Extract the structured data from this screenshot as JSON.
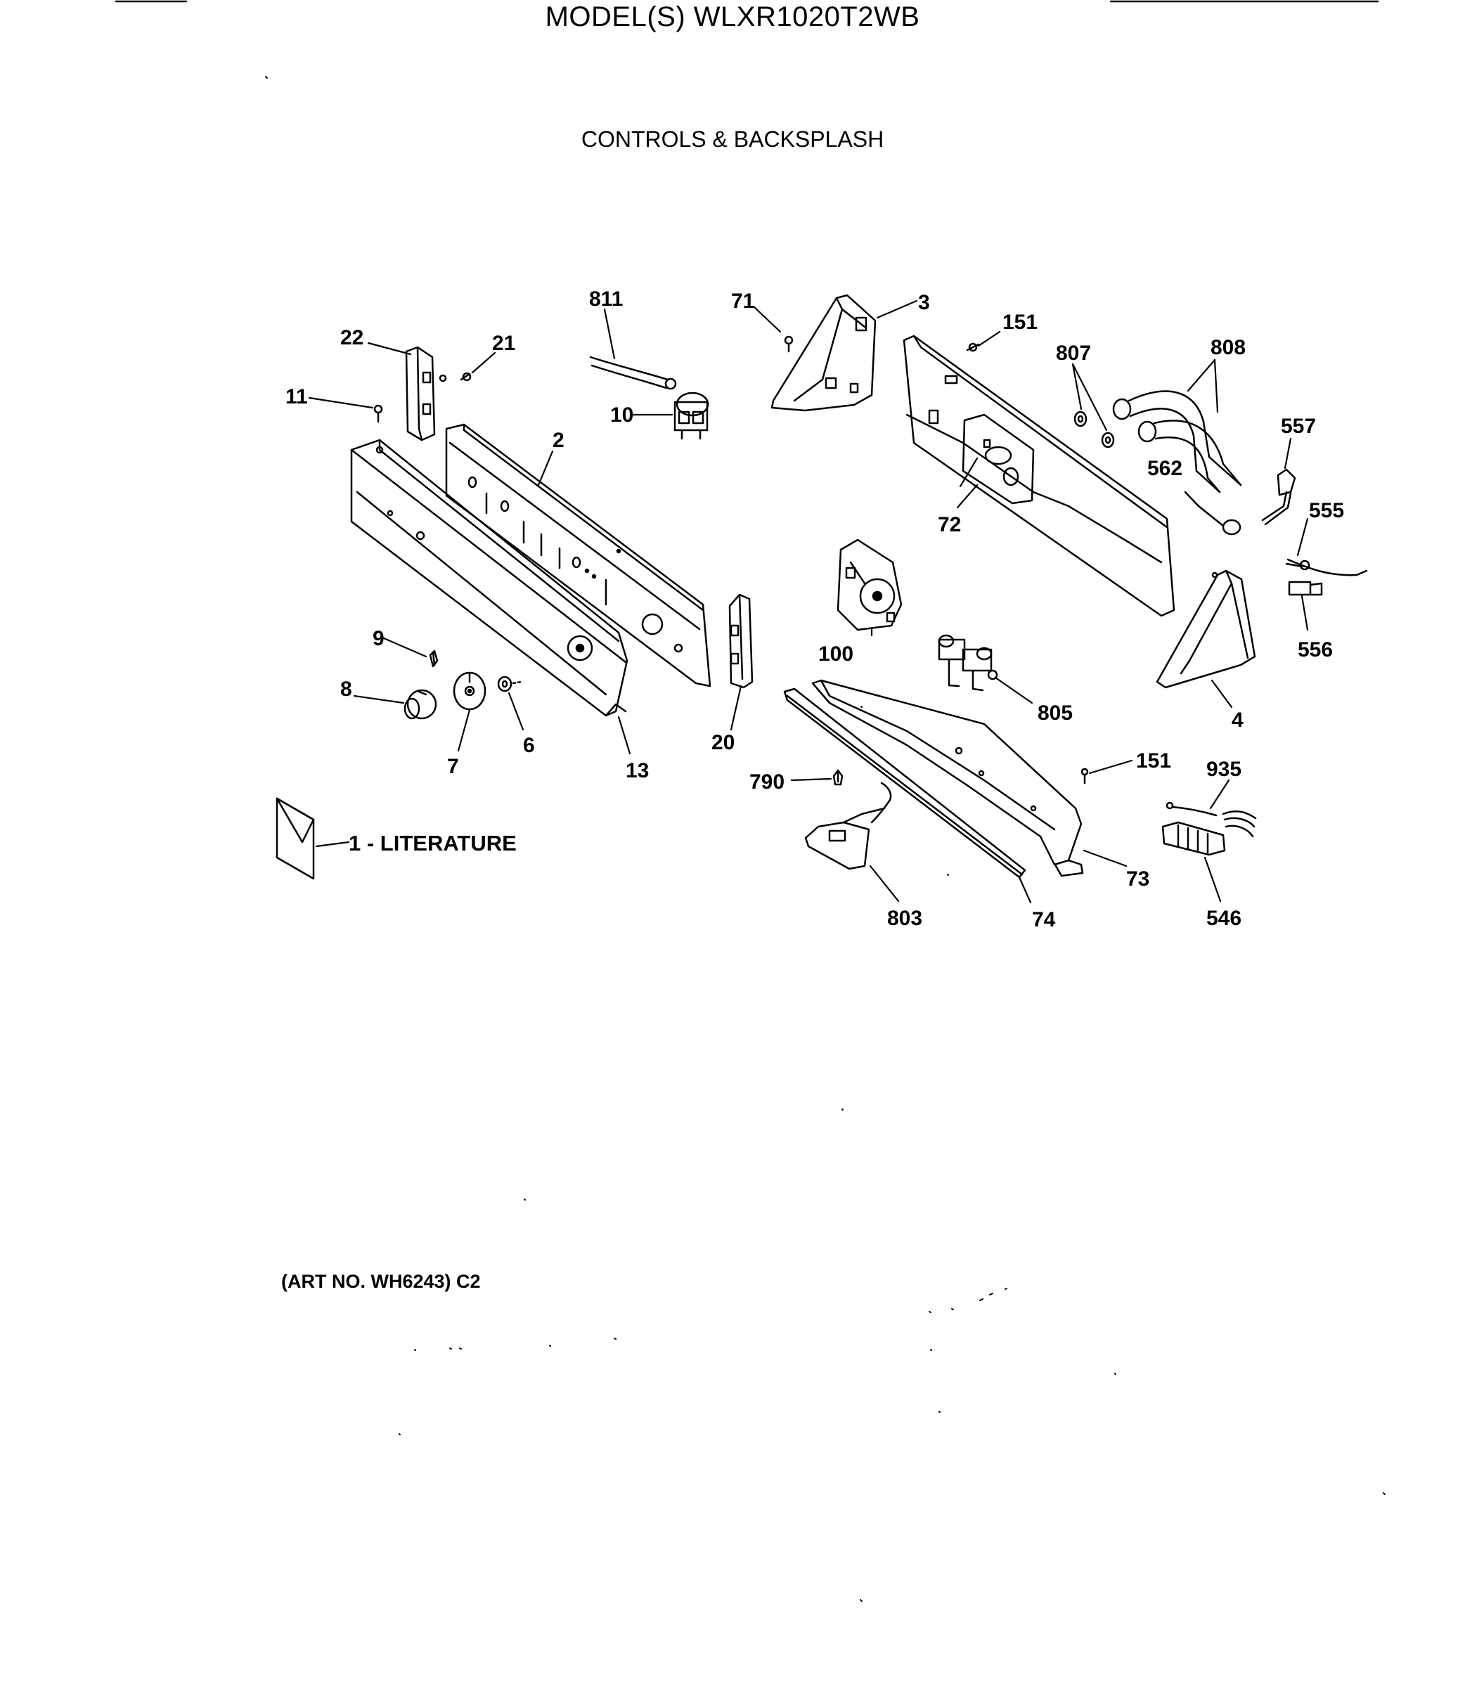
{
  "header": {
    "model": "MODEL(S) WLXR1020T2WB",
    "section": "CONTROLS & BACKSPLASH"
  },
  "footer": {
    "art_no": "(ART NO. WH6243) C2"
  },
  "literature": {
    "label": "1 - LITERATURE"
  },
  "callouts": [
    {
      "id": "c811",
      "text": "811"
    },
    {
      "id": "c71",
      "text": "71"
    },
    {
      "id": "c3",
      "text": "3"
    },
    {
      "id": "c151a",
      "text": "151"
    },
    {
      "id": "c807",
      "text": "807"
    },
    {
      "id": "c808",
      "text": "808"
    },
    {
      "id": "c22",
      "text": "22"
    },
    {
      "id": "c21",
      "text": "21"
    },
    {
      "id": "c11",
      "text": "11"
    },
    {
      "id": "c10",
      "text": "10"
    },
    {
      "id": "c2",
      "text": "2"
    },
    {
      "id": "c557",
      "text": "557"
    },
    {
      "id": "c562",
      "text": "562"
    },
    {
      "id": "c72",
      "text": "72"
    },
    {
      "id": "c555",
      "text": "555"
    },
    {
      "id": "c100",
      "text": "100"
    },
    {
      "id": "c556",
      "text": "556"
    },
    {
      "id": "c9",
      "text": "9"
    },
    {
      "id": "c8",
      "text": "8"
    },
    {
      "id": "c6",
      "text": "6"
    },
    {
      "id": "c7",
      "text": "7"
    },
    {
      "id": "c13",
      "text": "13"
    },
    {
      "id": "c20",
      "text": "20"
    },
    {
      "id": "c805",
      "text": "805"
    },
    {
      "id": "c4",
      "text": "4"
    },
    {
      "id": "c151b",
      "text": "151"
    },
    {
      "id": "c935",
      "text": "935"
    },
    {
      "id": "c790",
      "text": "790"
    },
    {
      "id": "c73",
      "text": "73"
    },
    {
      "id": "c803",
      "text": "803"
    },
    {
      "id": "c74",
      "text": "74"
    },
    {
      "id": "c546",
      "text": "546"
    }
  ],
  "colors": {
    "ink": "#000000",
    "paper": "#ffffff"
  }
}
